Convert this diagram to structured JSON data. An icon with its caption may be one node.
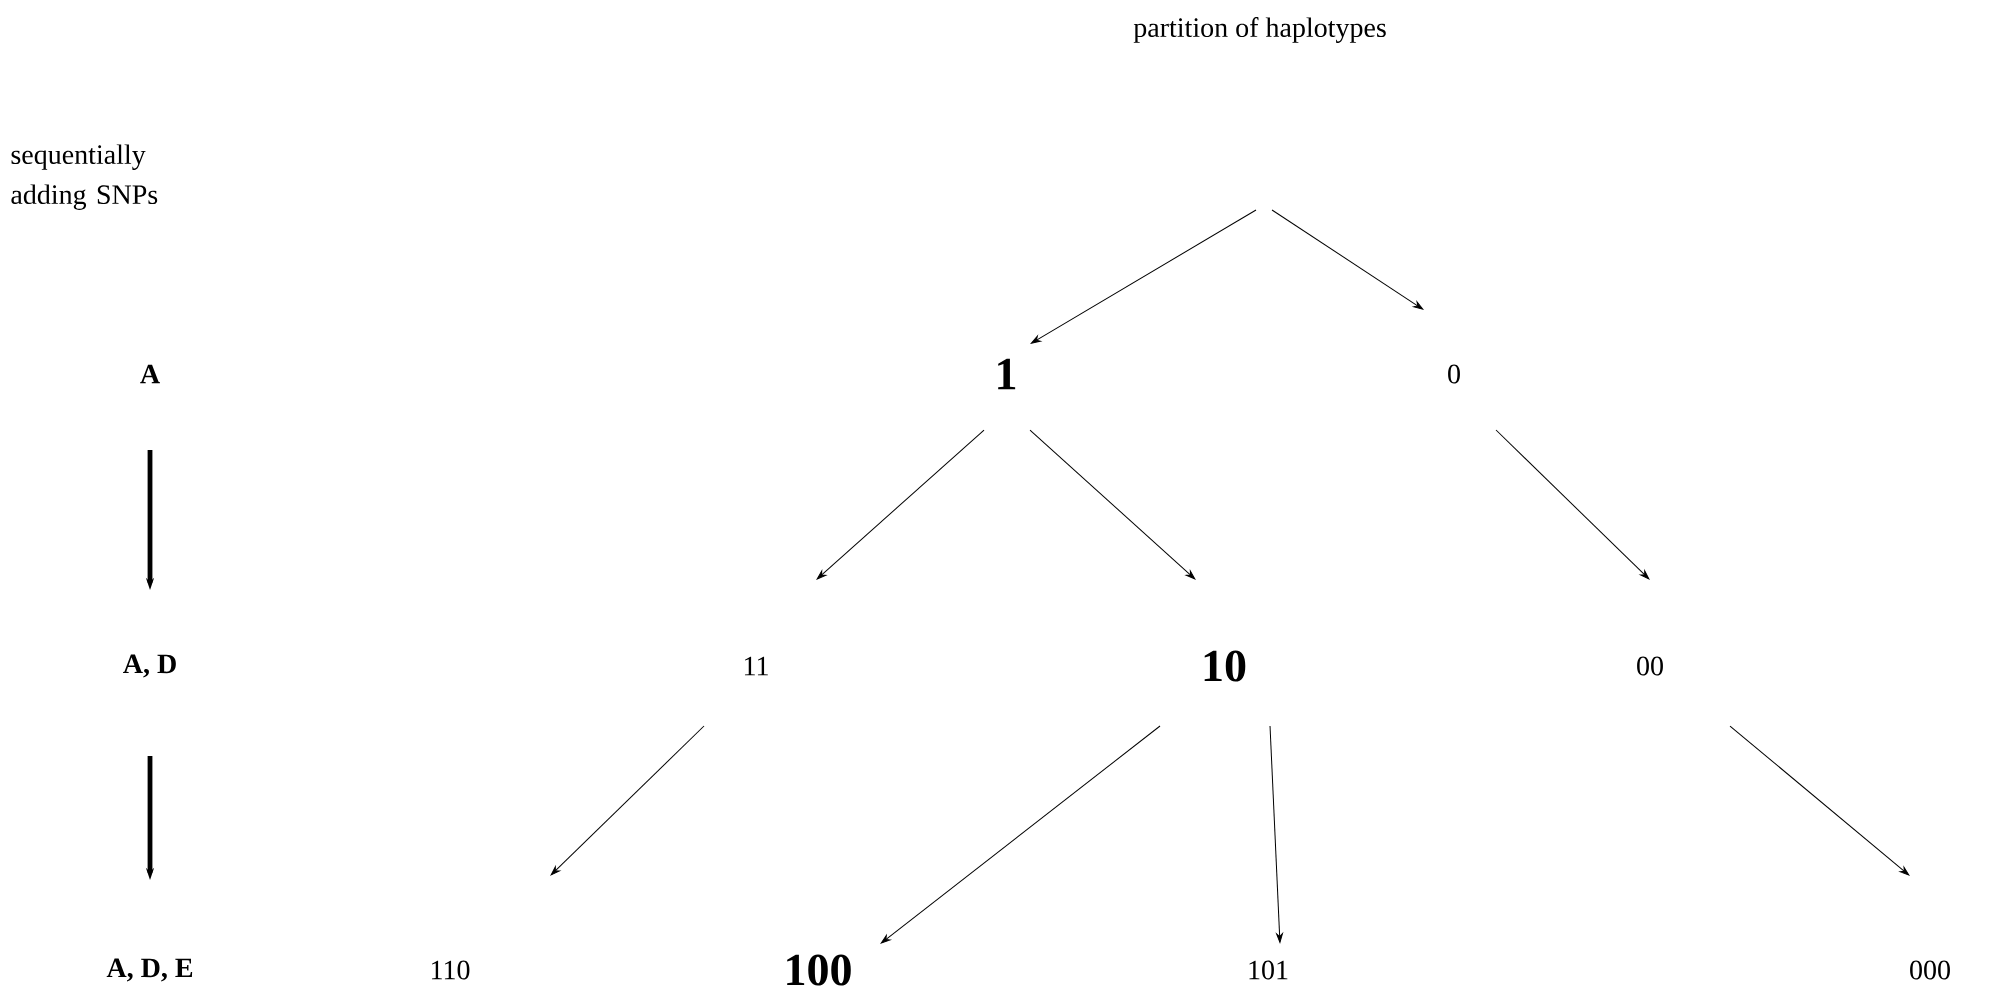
{
  "diagram": {
    "title": "partition of haplotypes",
    "nodes": [
      {
        "text": [
          "1"
        ]
      },
      {
        "text": [
          "0"
        ]
      },
      {
        "text": [
          "11"
        ]
      },
      {
        "text": [
          "10"
        ]
      },
      {
        "text": [
          "00"
        ]
      },
      {
        "text": [
          "110"
        ]
      },
      {
        "text": [
          "100"
        ]
      },
      {
        "text": [
          "101"
        ]
      },
      {
        "text": [
          "000"
        ]
      },
      {
        "text": [
          "A"
        ]
      },
      {
        "text": [
          "A, D"
        ]
      },
      {
        "text": [
          "A, D, E"
        ]
      }
    ],
    "edges": [
      {
        "from": null,
        "to": 0,
        "arrow": "to"
      },
      {
        "from": null,
        "to": 1,
        "arrow": "to"
      },
      {
        "from": 0,
        "to": 2,
        "arrow": "to"
      },
      {
        "from": 0,
        "to": 3,
        "arrow": "to"
      },
      {
        "from": 1,
        "to": 4,
        "arrow": "to"
      },
      {
        "from": 2,
        "to": 5,
        "arrow": "to"
      },
      {
        "from": 3,
        "to": 6,
        "arrow": "to"
      },
      {
        "from": 3,
        "to": 7,
        "arrow": "to"
      },
      {
        "from": 4,
        "to": 8,
        "arrow": "to"
      },
      {
        "from": 9,
        "to": 10,
        "arrow": "to",
        "style": "thick"
      },
      {
        "from": 10,
        "to": 11,
        "arrow": "to",
        "style": "thick"
      }
    ],
    "labels": [
      "sequentially adding SNPs"
    ]
  }
}
